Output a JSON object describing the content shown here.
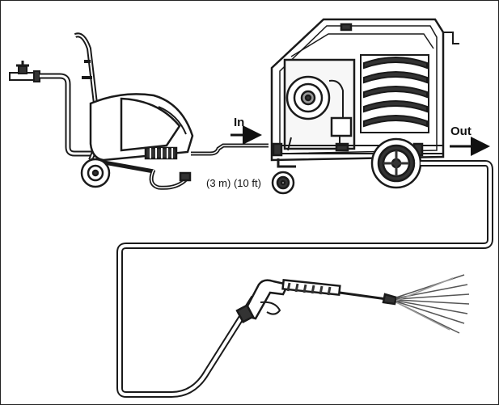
{
  "labels": {
    "inlet": "In",
    "outlet": "Out",
    "hose_length": "(3 m) (10 ft)"
  },
  "icons": [
    "water-tap-icon",
    "pressure-washer-icon",
    "hot-water-heater-icon",
    "spray-gun-icon",
    "spray-mist-icon",
    "arrow-right-icon"
  ],
  "colors": {
    "line": "#1a1a1a",
    "fill": "#ffffff",
    "shade": "#9a9a9a",
    "dark": "#333333"
  }
}
